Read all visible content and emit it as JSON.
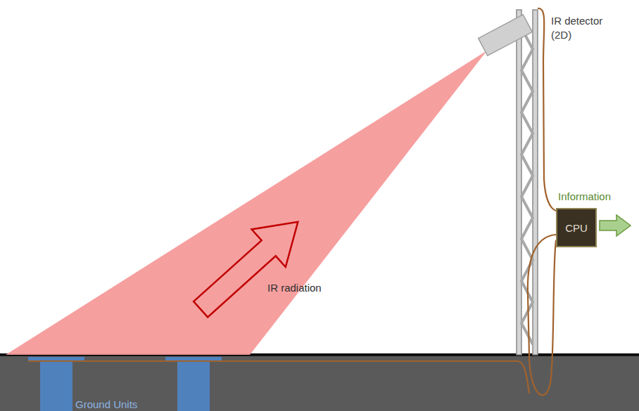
{
  "diagram": {
    "nodes": [
      {
        "text": [
          "CPU"
        ]
      }
    ],
    "labels": [
      "IR detector (2D)",
      "IR radiation",
      "Information",
      "Ground Units"
    ]
  }
}
